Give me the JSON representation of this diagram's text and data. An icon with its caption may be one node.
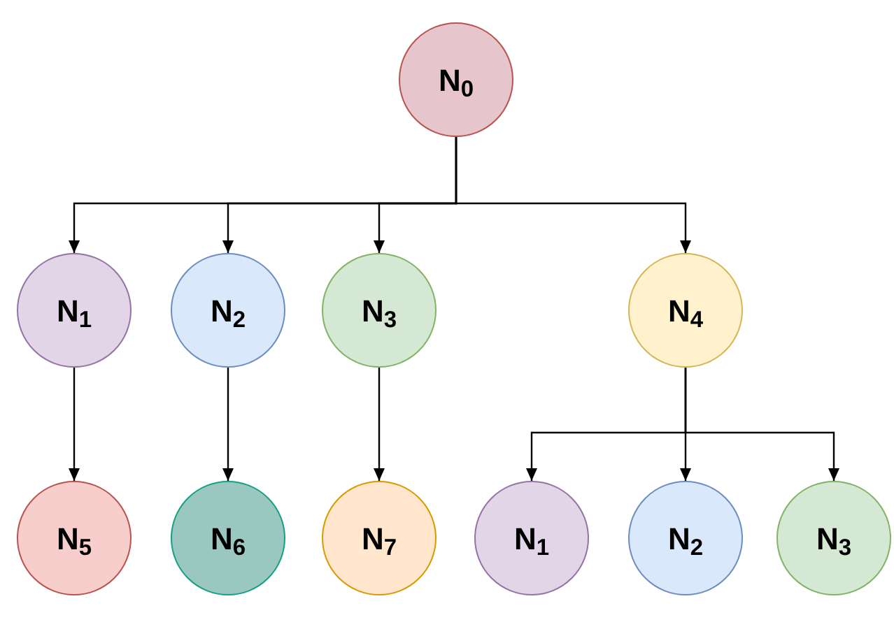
{
  "diagram": {
    "nodes": [
      {
        "text": [
          "N$_{0}$"
        ]
      },
      {
        "text": [
          "N$_{1}$"
        ]
      },
      {
        "text": [
          "N$_{2}$"
        ]
      },
      {
        "text": [
          "N$_{3}$"
        ]
      },
      {
        "text": [
          "N$_{4}$"
        ]
      },
      {
        "text": [
          "N$_{5}$"
        ]
      },
      {
        "text": [
          "N$_{6}$"
        ]
      },
      {
        "text": [
          "N$_{7}$"
        ]
      },
      {
        "text": [
          "N$_{1}$"
        ]
      },
      {
        "text": [
          "N$_{2}$"
        ]
      },
      {
        "text": [
          "N$_{3}$"
        ]
      }
    ],
    "edges": [
      {
        "from": 0,
        "to": 1,
        "arrow": "to"
      },
      {
        "from": 0,
        "to": 2,
        "arrow": "to"
      },
      {
        "from": 0,
        "to": 3,
        "arrow": "to"
      },
      {
        "from": 0,
        "to": 4,
        "arrow": "to"
      },
      {
        "from": 1,
        "to": 5,
        "arrow": "to"
      },
      {
        "from": 2,
        "to": 6,
        "arrow": "to"
      },
      {
        "from": 3,
        "to": 7,
        "arrow": "to"
      },
      {
        "from": 4,
        "to": 8,
        "arrow": "to"
      },
      {
        "from": 4,
        "to": 9,
        "arrow": "to"
      },
      {
        "from": 4,
        "to": 10,
        "arrow": "to"
      }
    ]
  }
}
